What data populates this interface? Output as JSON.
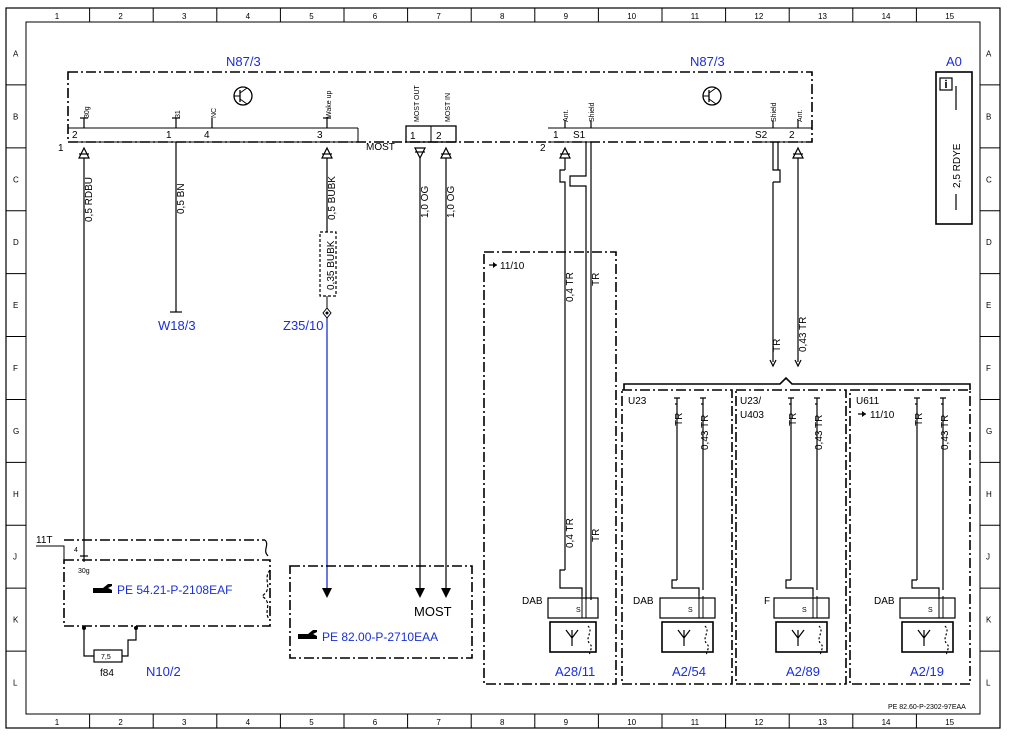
{
  "document_code": "PE 82.60-P-2302-97EAA",
  "frame": {
    "cols": [
      "1",
      "2",
      "3",
      "4",
      "5",
      "6",
      "7",
      "8",
      "9",
      "10",
      "11",
      "12",
      "13",
      "14",
      "15"
    ],
    "rows": [
      "A",
      "B",
      "C",
      "D",
      "E",
      "F",
      "G",
      "H",
      "J",
      "K",
      "L"
    ]
  },
  "components": {
    "n87_left": "N87/3",
    "n87_right": "N87/3",
    "a0": "A0",
    "a0_wire": "2,5 RDYE",
    "w18": "W18/3",
    "z35": "Z35/10",
    "n10": "N10/2",
    "f84": "f84",
    "fuse_value": "7,5",
    "module_11t": "11T",
    "a28": "A28/11",
    "a2_54": "A2/54",
    "a2_89": "A2/89",
    "a2_19": "A2/19",
    "most_box": "MOST",
    "most_conn": "MOST"
  },
  "pins": {
    "p30g": "30g",
    "p31": "31",
    "pnc": "NC",
    "pwake": "Wake up",
    "pmost_out": "MOST OUT",
    "pmost_in": "MOST IN",
    "pant": "Ant.",
    "pshield": "Shield",
    "n2": "2",
    "n1": "1",
    "n4": "4",
    "n3": "3",
    "s1": "S1",
    "s2": "S2",
    "s": "S",
    "conn1": "1",
    "conn2": "2",
    "pin4": "4",
    "p30g_b": "30g"
  },
  "wires": {
    "w_rdbu": "0,5 RDBU",
    "w_bn": "0,5 BN",
    "w_bubk": "0,5 BUBK",
    "w_bubk35": "0,35 BUBK",
    "w_og1": "1,0 OG",
    "w_og2": "1,0 OG",
    "w_04tr": "0,4 TR",
    "w_tr": "TR",
    "w_043tr": "0,43 TR",
    "w_04tr_b": "0,4 TR",
    "w_tr_b": "TR"
  },
  "refs": {
    "ref_1110": "11/10",
    "ref_1110_b": "11/10",
    "pe_5421": "PE 54.21-P-2108EAF",
    "pe_8200": "PE 82.00-P-2710EAA"
  },
  "variants": {
    "u23": "U23",
    "u23_u403": "U23/",
    "u23_u403_b": "U403",
    "u611": "U611"
  },
  "antenna_labels": {
    "dab1": "DAB",
    "dab2": "DAB",
    "f": "F",
    "dab3": "DAB"
  },
  "icons": [
    "info-icon",
    "transistor-icon",
    "hand-pointer-icon",
    "antenna-icon"
  ],
  "colors": {
    "wire_blue": "#1a2fd6",
    "line": "#000000",
    "label_blue": "#1a2fd6"
  }
}
